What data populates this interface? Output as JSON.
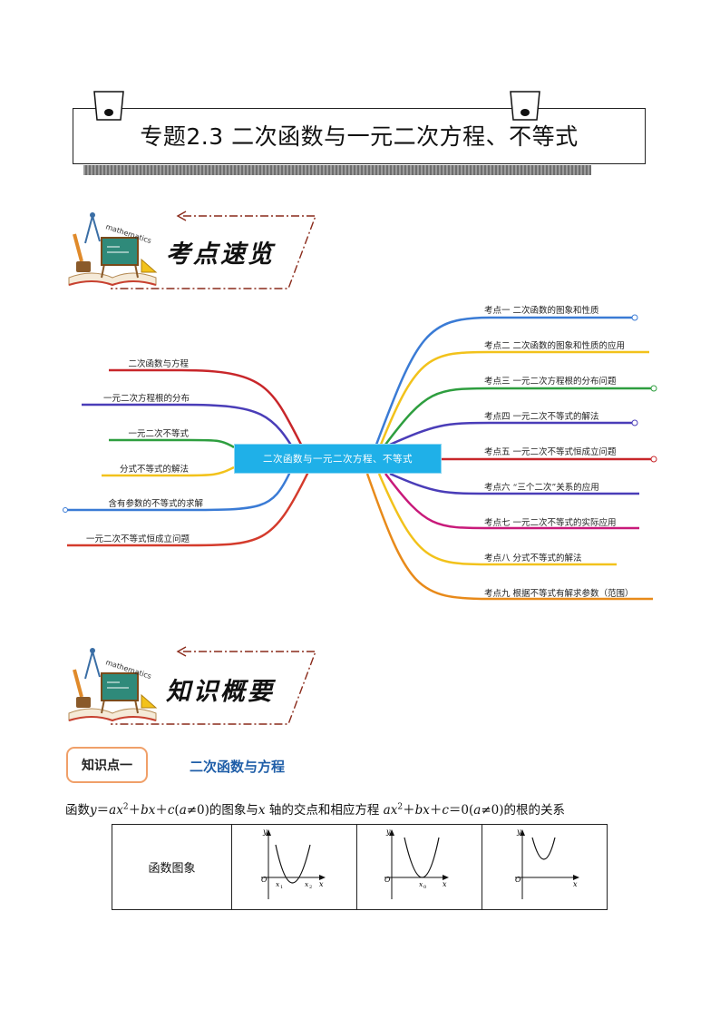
{
  "page_title": "专题2.3 二次函数与一元二次方程、不等式",
  "sections": {
    "overview_title": "考点速览",
    "knowledge_title": "知识概要",
    "header_tag": "mathematics"
  },
  "mindmap": {
    "center": "二次函数与一元二次方程、不等式",
    "left_items": [
      "二次函数与方程",
      "一元二次方程根的分布",
      "一元二次不等式",
      "分式不等式的解法",
      "含有参数的不等式的求解",
      "一元二次不等式恒成立问题"
    ],
    "right_items": [
      "考点一 二次函数的图象和性质",
      "考点二 二次函数的图象和性质的应用",
      "考点三 一元二次方程根的分布问题",
      "考点四 一元二次不等式的解法",
      "考点五 一元二次不等式恒成立问题",
      "考点六 “三个二次”关系的应用",
      "考点七 一元二次不等式的实际应用",
      "考点八 分式不等式的解法",
      "考点九 根据不等式有解求参数（范围）"
    ],
    "colors": {
      "left": [
        "#c8262a",
        "#4a3db8",
        "#2e9e3f",
        "#f2c21b",
        "#3a7bd5",
        "#d43b2c"
      ],
      "right": [
        "#3a7bd5",
        "#f2c21b",
        "#2e9e3f",
        "#4a3db8",
        "#c8262a",
        "#4a3db8",
        "#c81a7a",
        "#f2c21b",
        "#e88a1a"
      ]
    }
  },
  "knowledge": {
    "badge": "知识点一",
    "heading": "二次函数与方程",
    "paragraph": {
      "p1": "函数",
      "y": "y",
      "eq1": "＝",
      "a1": "a",
      "x2a": "x",
      "sup1": "2",
      "plus1": "＋",
      "b1": "b",
      "x1": "x",
      "plus2": "＋",
      "c1": "c",
      "paren1": "(",
      "a2": "a",
      "neq1": "≠0)的图象与",
      "xaxis": "x",
      "mid": " 轴的交点和相应方程 ",
      "a3": "a",
      "x2b": "x",
      "sup2": "2",
      "plus3": "＋",
      "b2": "b",
      "x3": "x",
      "plus4": "＋",
      "c2": "c",
      "eq0": "＝0(",
      "a4": "a",
      "tail": "≠0)的根的关系"
    },
    "table": {
      "row_label": "函数图象",
      "graph_labels": {
        "y": "y",
        "x": "x",
        "o": "O",
        "x1": "x",
        "x1_sub": "1",
        "x2": "x",
        "x2_sub": "2",
        "x0": "x",
        "x0_sub": "0"
      }
    }
  }
}
